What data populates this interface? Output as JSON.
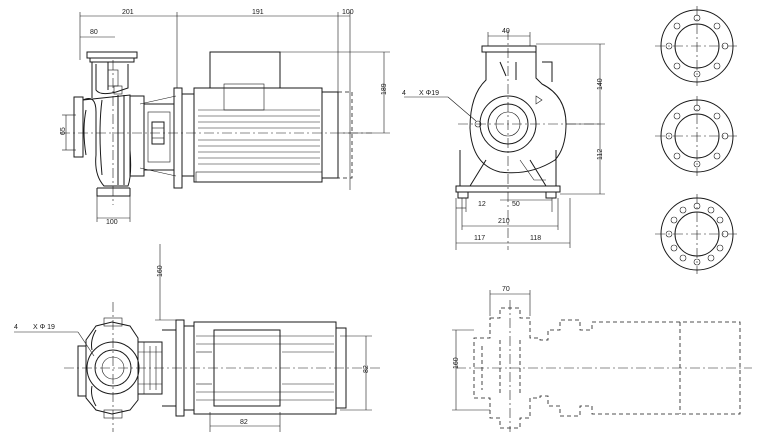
{
  "dimensions": {
    "top_left": {
      "d201": "201",
      "d191": "191",
      "d100_right": "100",
      "d80": "80",
      "d65": "65",
      "d189": "189",
      "d100_bottom": "100"
    },
    "top_right": {
      "d40": "40",
      "d140": "140",
      "d112": "112",
      "d12": "12",
      "d50": "50",
      "d210": "210",
      "d117": "117",
      "d118": "118",
      "bolt_count": "4",
      "bolt_dia": "X Φ19"
    },
    "bottom_left": {
      "d160": "160",
      "bolt_count": "4",
      "bolt_dia": "X Φ 19",
      "d82_right": "82",
      "d82_bottom": "82"
    },
    "bottom_right": {
      "d70": "70",
      "d160": "160"
    }
  },
  "colors": {
    "line": "#1a1a1a",
    "background": "#ffffff"
  }
}
